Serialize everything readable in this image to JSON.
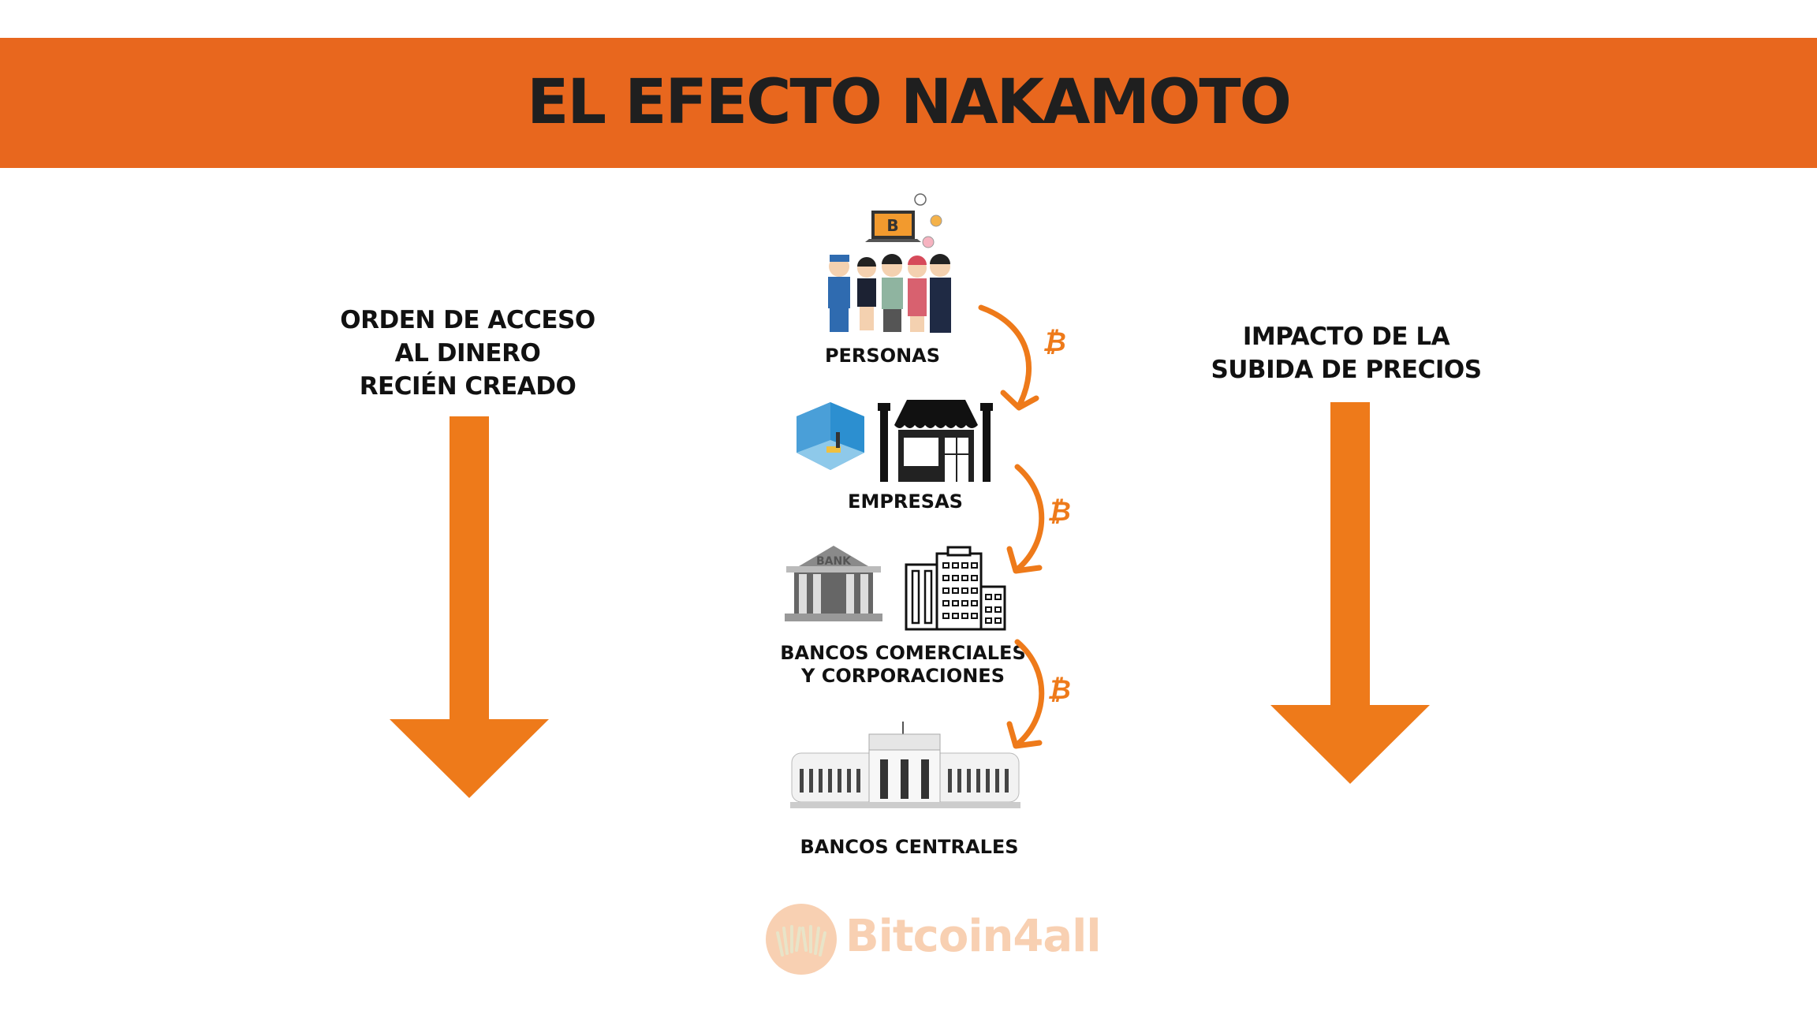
{
  "header": {
    "title": "EL EFECTO NAKAMOTO"
  },
  "left_column": {
    "lines": [
      "ORDEN DE ACCESO",
      "AL DINERO",
      "RECIÉN CREADO"
    ]
  },
  "right_column": {
    "lines": [
      "IMPACTO DE LA",
      "SUBIDA DE PRECIOS"
    ]
  },
  "flow": {
    "levels": [
      {
        "label": "PERSONAS"
      },
      {
        "label": "EMPRESAS"
      },
      {
        "label_lines": [
          "BANCOS COMERCIALES",
          "Y CORPORACIONES"
        ]
      },
      {
        "label": "BANCOS CENTRALES"
      }
    ],
    "connector_symbol": "₿"
  },
  "icons": {
    "laptop_symbol": "B",
    "bank_sign": "BANK"
  },
  "logo": {
    "text": "Bitcoin4all"
  },
  "colors": {
    "banner": "#E8671E",
    "arrow": "#EE7A1A",
    "logo": "#F8D0B2",
    "text": "#111111"
  }
}
